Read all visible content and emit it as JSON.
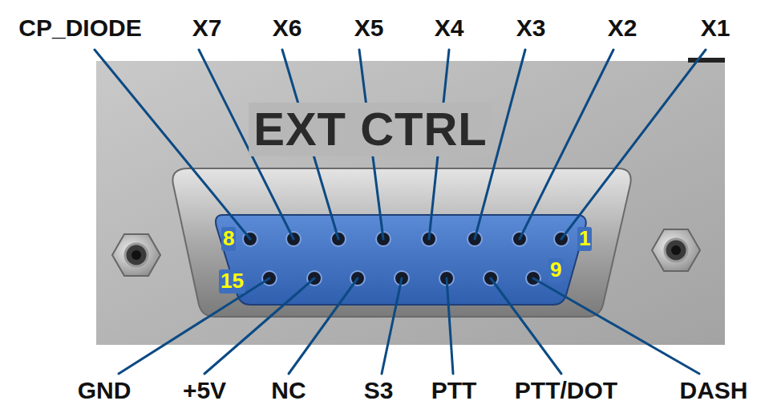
{
  "diagram": {
    "labels": [
      "CP_DIODE",
      "X7",
      "X6",
      "X5",
      "X4",
      "X3",
      "X2",
      "X1",
      "GND",
      "+5V",
      "NC",
      "S3",
      "PTT",
      "PTT/DOT",
      "DASH",
      "EXT CTRL",
      "8",
      "1",
      "15",
      "9"
    ]
  }
}
